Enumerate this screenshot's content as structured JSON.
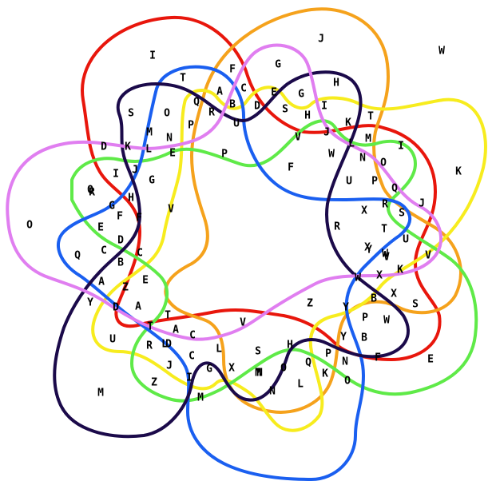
{
  "curves": [
    {
      "name": "red",
      "color": "#e8160c"
    },
    {
      "name": "orange",
      "color": "#f5a21c"
    },
    {
      "name": "yellow",
      "color": "#f7ec1e"
    },
    {
      "name": "green",
      "color": "#5fea48"
    },
    {
      "name": "blue",
      "color": "#1a5ff0"
    },
    {
      "name": "navy",
      "color": "#1b0a4a"
    },
    {
      "name": "violet",
      "color": "#e07ef0"
    }
  ],
  "labels": [
    "J",
    "W",
    "I",
    "F",
    "G",
    "T",
    "A",
    "C",
    "H",
    "Q",
    "E",
    "R",
    "B",
    "D",
    "U",
    "G",
    "S",
    "O",
    "P",
    "I",
    "S",
    "K",
    "T",
    "M",
    "H",
    "J",
    "V",
    "N",
    "L",
    "E",
    "M",
    "I",
    "D",
    "K",
    "L",
    "W",
    "N",
    "P",
    "O",
    "K",
    "J",
    "G",
    "U",
    "P",
    "Q",
    "F",
    "Q",
    "I",
    "R",
    "H",
    "S",
    "J",
    "X",
    "R",
    "G",
    "V",
    "O",
    "F",
    "E",
    "F",
    "R",
    "T",
    "D",
    "X",
    "Q",
    "C",
    "C",
    "B",
    "Y",
    "V",
    "U",
    "W",
    "V",
    "A",
    "Z",
    "E",
    "W",
    "X",
    "K",
    "S",
    "Z",
    "Y",
    "B",
    "Y",
    "X",
    "D",
    "A",
    "T",
    "P",
    "W",
    "V",
    "U",
    "T",
    "A",
    "R",
    "D",
    "C",
    "L",
    "C",
    "Y",
    "L",
    "B",
    "H",
    "F",
    "E",
    "S",
    "Q",
    "P",
    "N",
    "J",
    "I",
    "G",
    "X",
    "O",
    "L",
    "K",
    "O",
    "Z",
    "M",
    "N",
    "N",
    "M",
    "M"
  ]
}
